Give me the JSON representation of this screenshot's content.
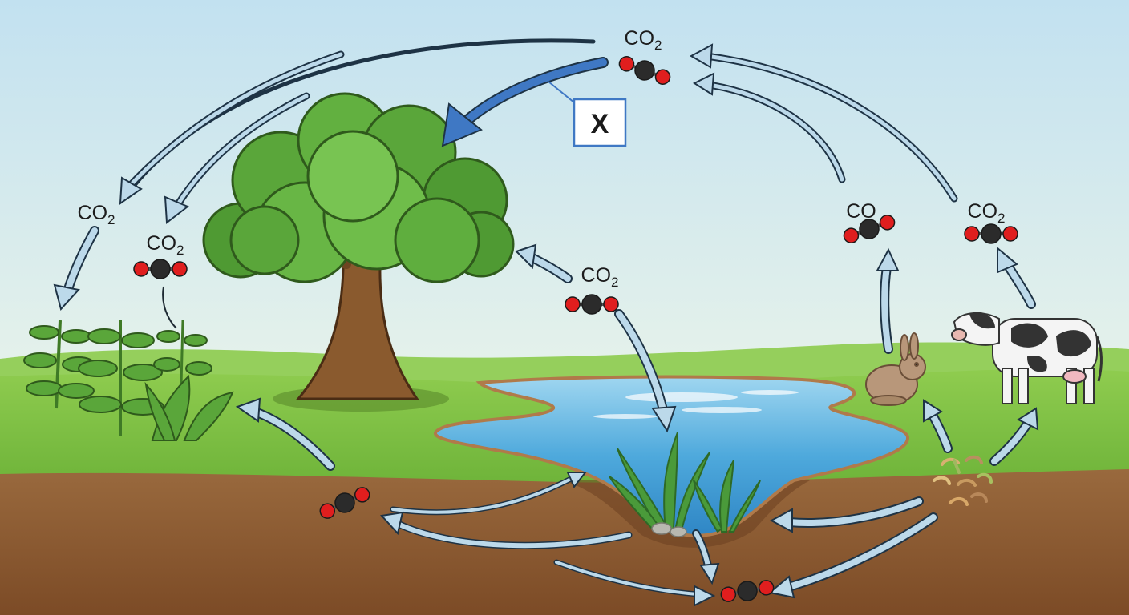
{
  "labels": {
    "atmosphere_top": "CO2",
    "left_outer": "CO2",
    "left_inner": "CO2",
    "pond_air": "CO2",
    "rabbit_air": "CO",
    "cow_air": "CO2"
  },
  "callout": {
    "text": "X"
  },
  "colors": {
    "sky_top": "#c4e2f0",
    "sky_bottom": "#eef6e4",
    "grass": "#7cc243",
    "soil": "#8e5c34",
    "water": "#4aa7da",
    "arrow_fill": "#bcd9ea",
    "arrow_outline": "#1e3345",
    "highlight_arrow": "#3f78c4",
    "carbon_atom": "#2b2b2b",
    "oxygen_atom": "#e01e1e"
  }
}
